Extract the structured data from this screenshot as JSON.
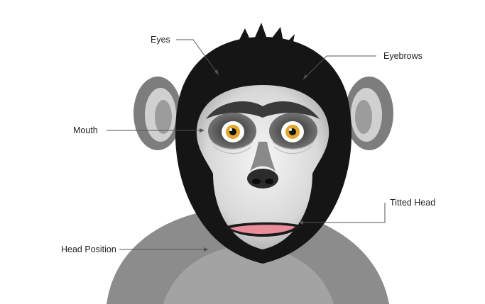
{
  "diagram": {
    "subject": "monkey-illustration",
    "labels": {
      "eyes": "Eyes",
      "eyebrows": "Eyebrows",
      "mouth": "Mouth",
      "tilted_head": "Titted Head",
      "head_position": "Head Position"
    }
  },
  "colors": {
    "fur_black": "#151515",
    "fur_gray": "#8e8e8e",
    "face_light": "#e6e6e6",
    "skin_gray": "#b9b9b9",
    "iris": "#e3a72b",
    "lip": "#e98d9a",
    "leader_line": "#555555"
  }
}
